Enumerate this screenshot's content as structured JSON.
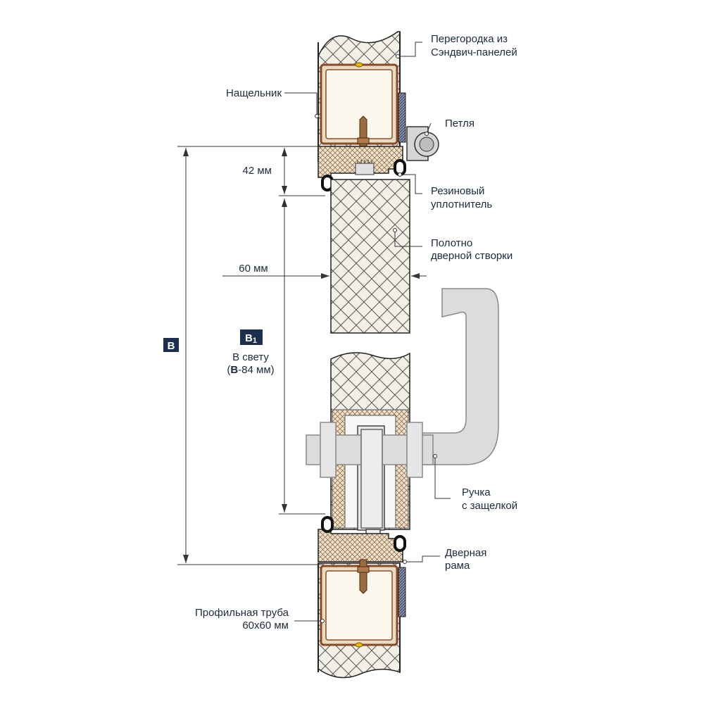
{
  "labels": {
    "partition_line1": "Перегородка из",
    "partition_line2": "Сэндвич-панелей",
    "nashchelnik": "Нащельник",
    "hinge": "Петля",
    "seal_line1": "Резиновый",
    "seal_line2": "уплотнитель",
    "leaf_line1": "Полотно",
    "leaf_line2": "дверной створки",
    "handle_line1": "Ручка",
    "handle_line2": "с защелкой",
    "frame_line1": "Дверная",
    "frame_line2": "рама",
    "tube_line1": "Профильная труба",
    "tube_line2": "60х60 мм"
  },
  "dimensions": {
    "gap_top": "42 мм",
    "leaf_thickness": "60 мм",
    "overall_badge": "B",
    "clear_badge": "B",
    "clear_badge_sub": "1",
    "clear_line1": "В свету",
    "clear_line2_open": "(",
    "clear_line2_bold": "B",
    "clear_line2_rest": "-84 мм)"
  },
  "colors": {
    "badge": "#1c2f4f",
    "line": "#2a2a2a",
    "foam_fill": "#f2efe6",
    "tube_fill": "#f4efe2",
    "tube_stroke": "#8a4a2a",
    "handle_fill": "#dcdcdc",
    "seal": "#1a1a1a",
    "dim_line": "#333333"
  }
}
